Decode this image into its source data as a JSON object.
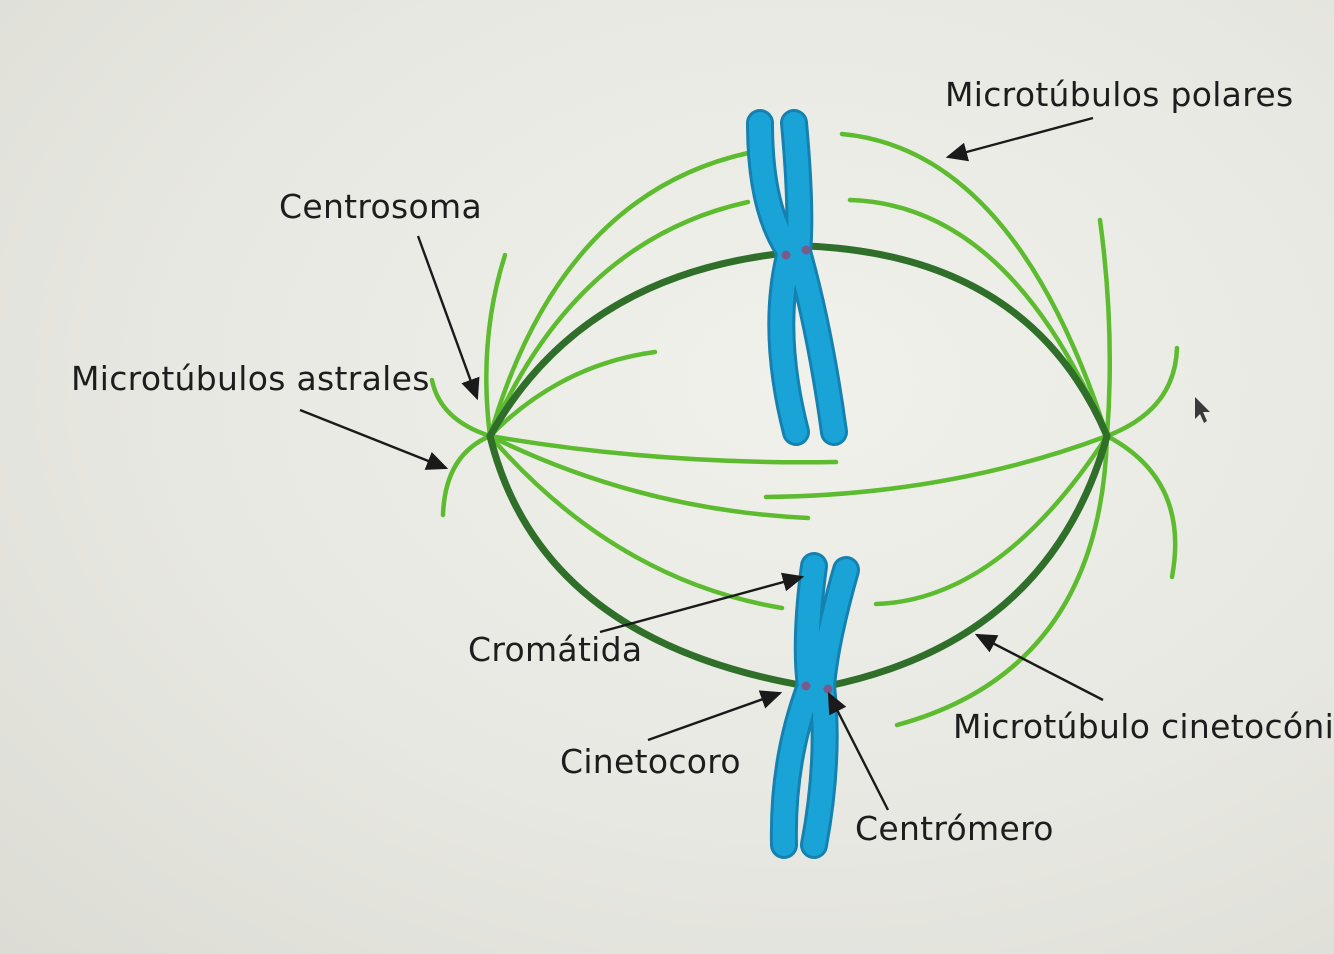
{
  "labels": {
    "polar": "Microtúbulos polares",
    "centrosome": "Centrosoma",
    "astral": "Microtúbulos astrales",
    "chromatid": "Cromátida",
    "kinetochore": "Cinetocoro",
    "kinetochore_mt": "Microtúbulo cinetocónico",
    "centromere": "Centrómero"
  },
  "colors": {
    "polar_microtubule": "#5dbb2f",
    "kinetochore_microtubule": "#2f6f2a",
    "chromosome": "#1aa3d6",
    "chromosome_outline": "#1481b0",
    "kinetochore": "#7a5a8a",
    "arrow": "#1a1a1a"
  }
}
